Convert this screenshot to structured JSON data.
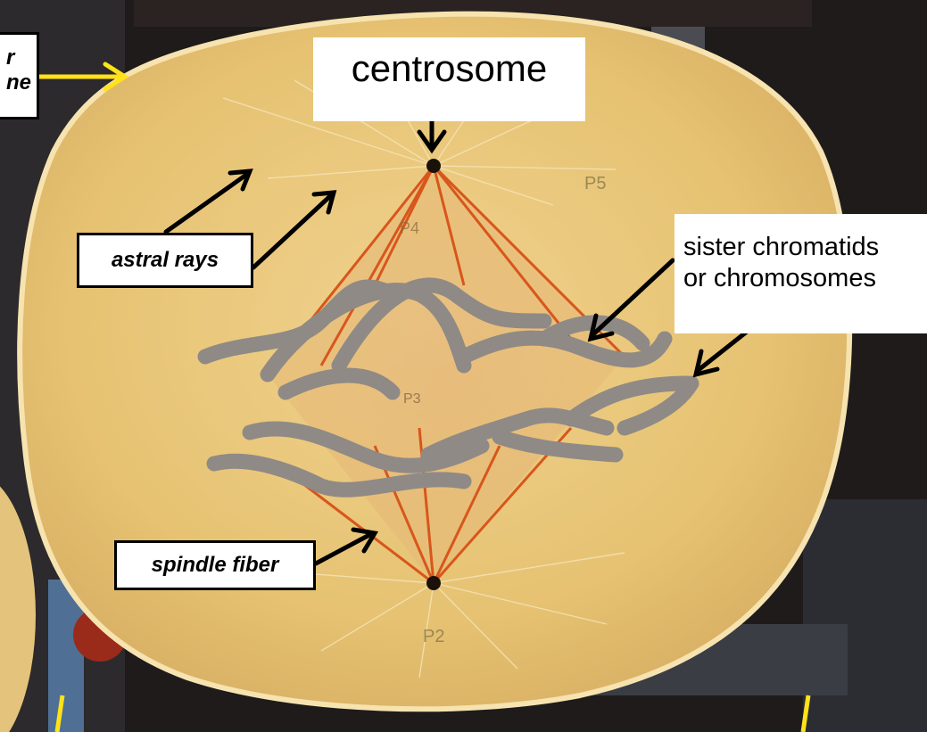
{
  "labels": {
    "centrosome": "centrosome",
    "astral_rays": "astral rays",
    "spindle_fiber": "spindle fiber",
    "sister_chromatids": "sister chromatids",
    "or_chromosomes": "or chromosomes",
    "partial_top": "r",
    "partial_bottom": "ne"
  },
  "model_marks": {
    "top": "P5",
    "upper_left": "P4",
    "center": "P3",
    "bottom": "P2"
  },
  "colors": {
    "model_disc": "#e8c678",
    "spindle": "#d8561c",
    "chromosome": "#8f8a86",
    "background_dark": "#1e1b1a",
    "pointer_arrow": "#000000",
    "membrane_arrow": "#ffe21a"
  }
}
